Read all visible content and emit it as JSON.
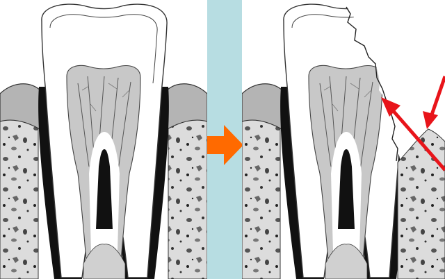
{
  "colors": {
    "background": "#b7dde2",
    "panel": "#ffffff",
    "bone": "#dcdcdc",
    "gum": "#b4b4b4",
    "pulp": "#c8c8c8",
    "ligament": "#111111",
    "outline": "#333333",
    "transition_arrow": "#ff6a00",
    "indicator_arrows": "#e8141a"
  },
  "panels": [
    {
      "id": "healthy",
      "state": "intact tooth"
    },
    {
      "id": "damaged",
      "state": "fractured tooth"
    }
  ],
  "icons": {
    "transition": "arrow-right-icon",
    "indicators": [
      "arrow-icon",
      "arrow-icon"
    ]
  }
}
